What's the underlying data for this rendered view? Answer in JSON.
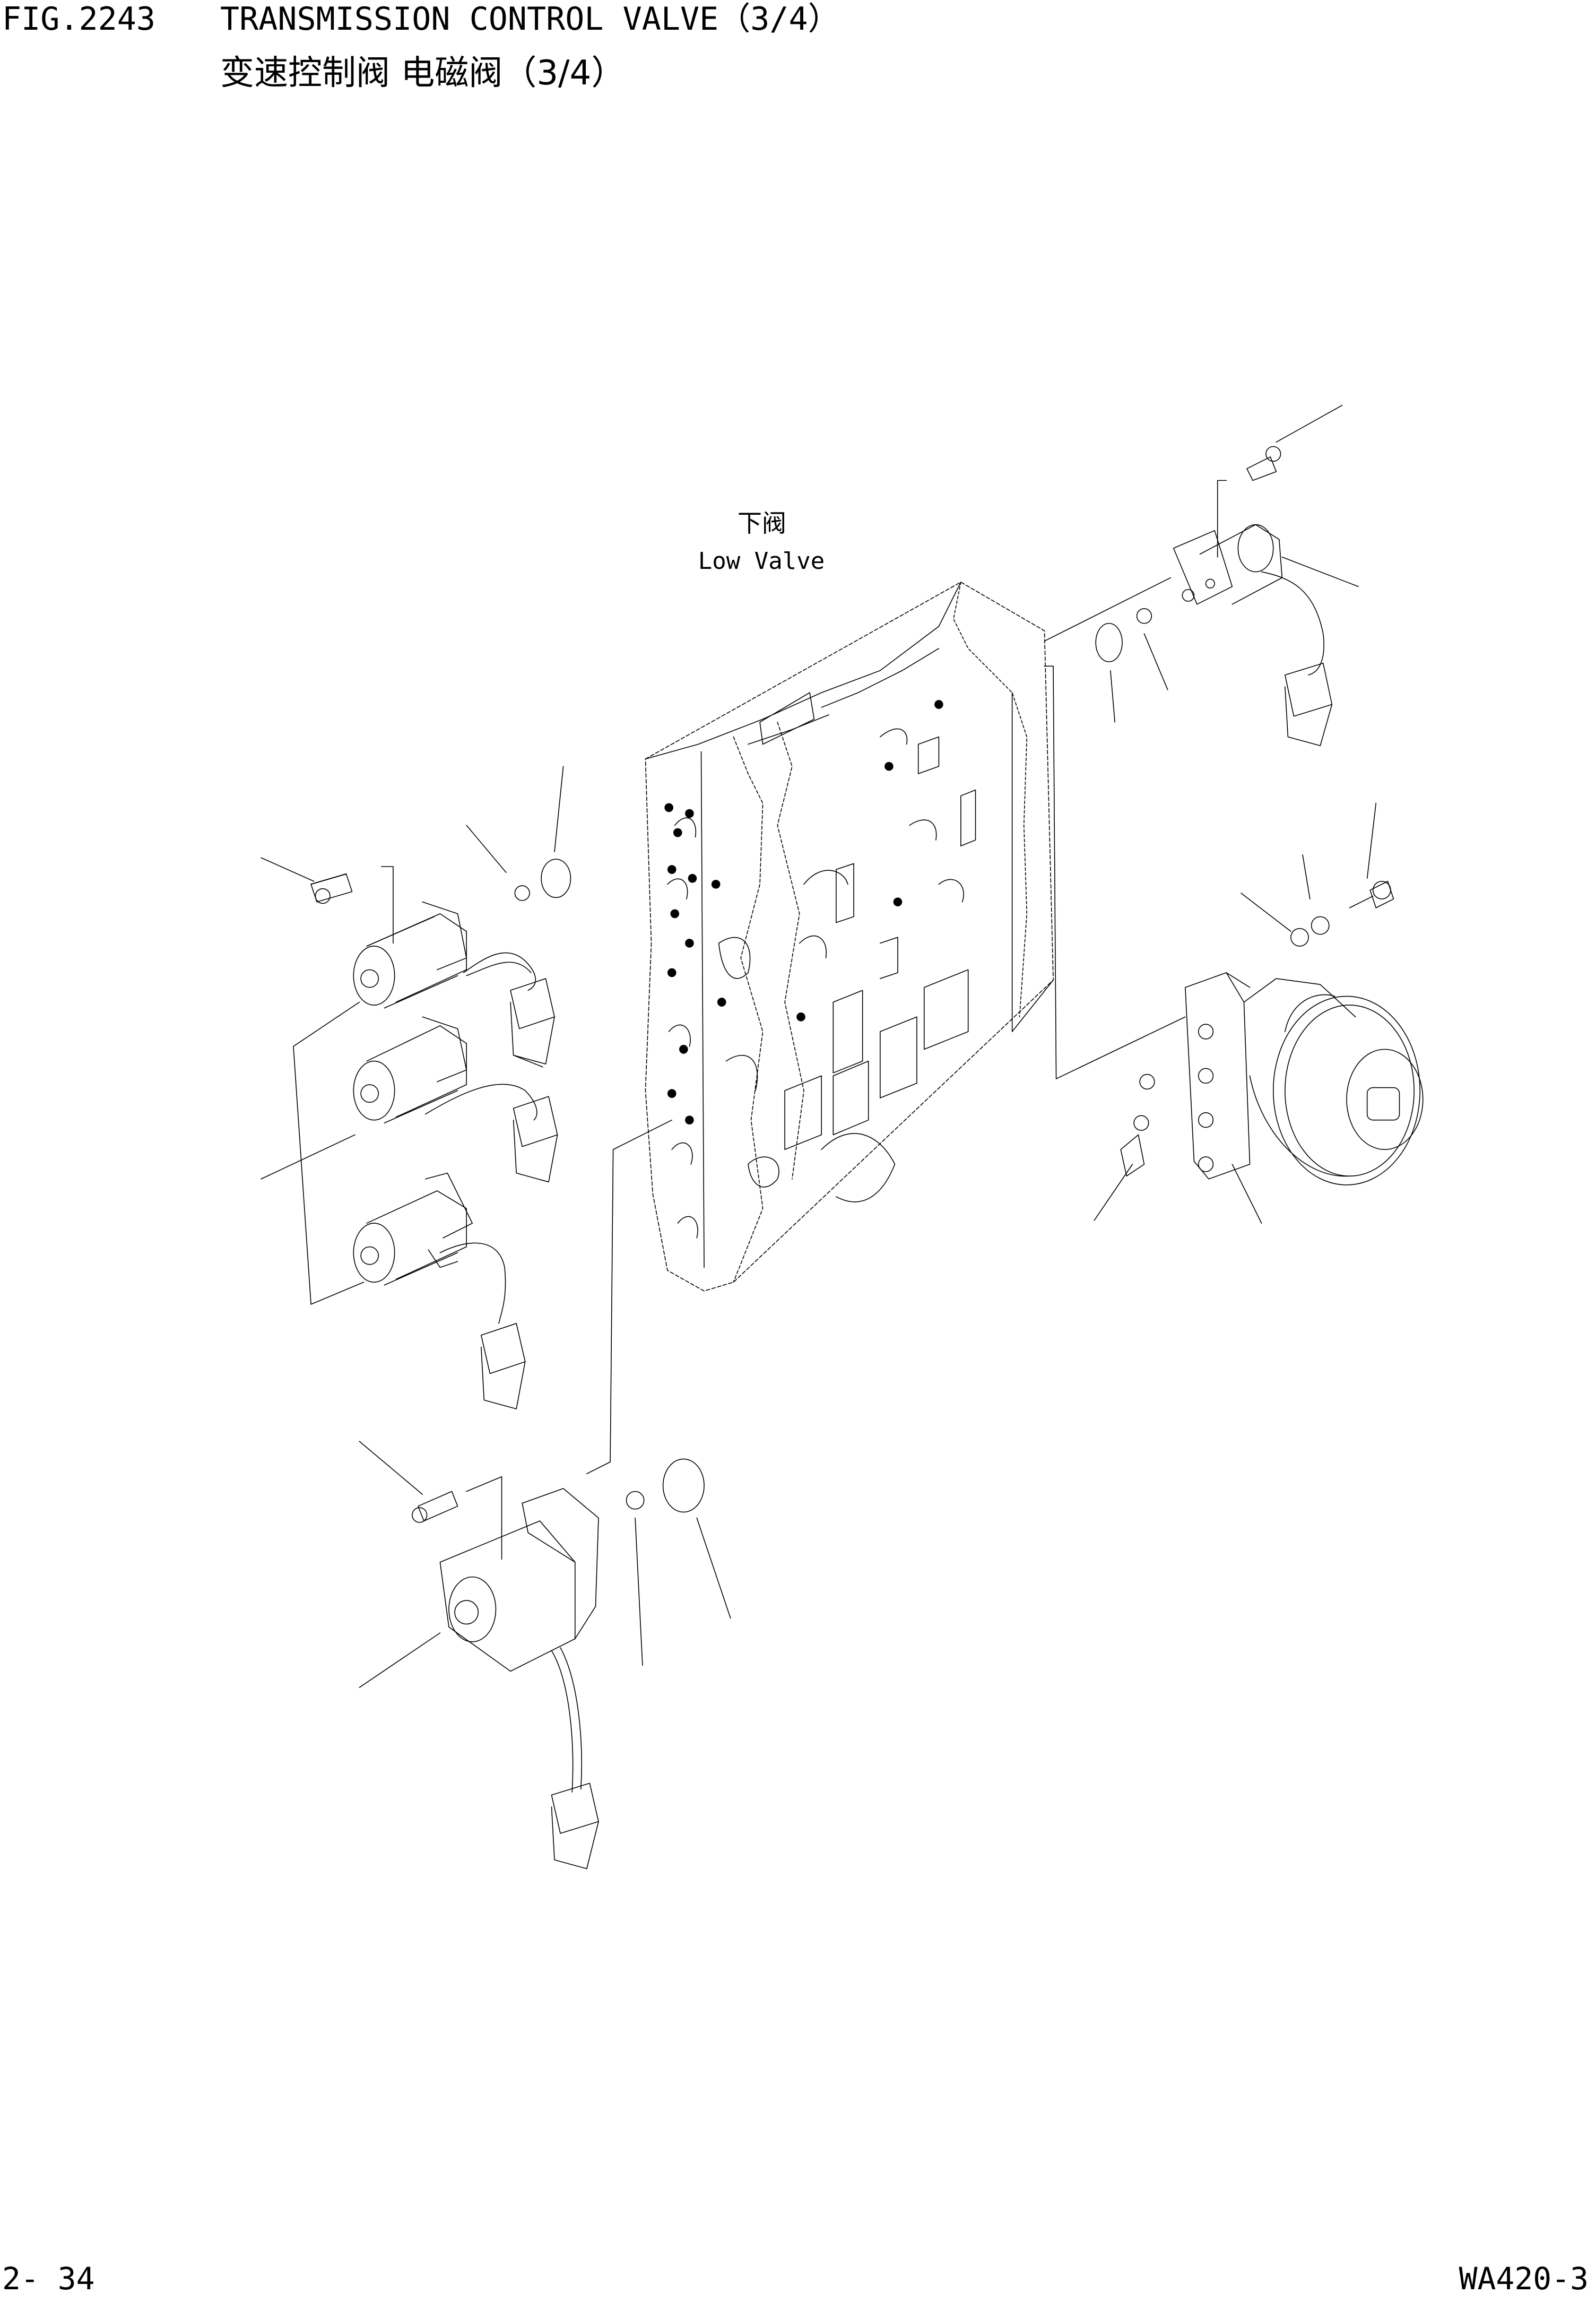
{
  "header": {
    "figure_number": "FIG.2243",
    "title_en": "TRANSMISSION CONTROL VALVE（3/4）",
    "title_cn": "变速控制阀 电磁阀（3/4）"
  },
  "diagram": {
    "low_valve_label_cn": "下阀",
    "low_valve_label_en": "Low Valve"
  },
  "footer": {
    "page_number": "2- 34",
    "model_code": "WA420-3"
  }
}
